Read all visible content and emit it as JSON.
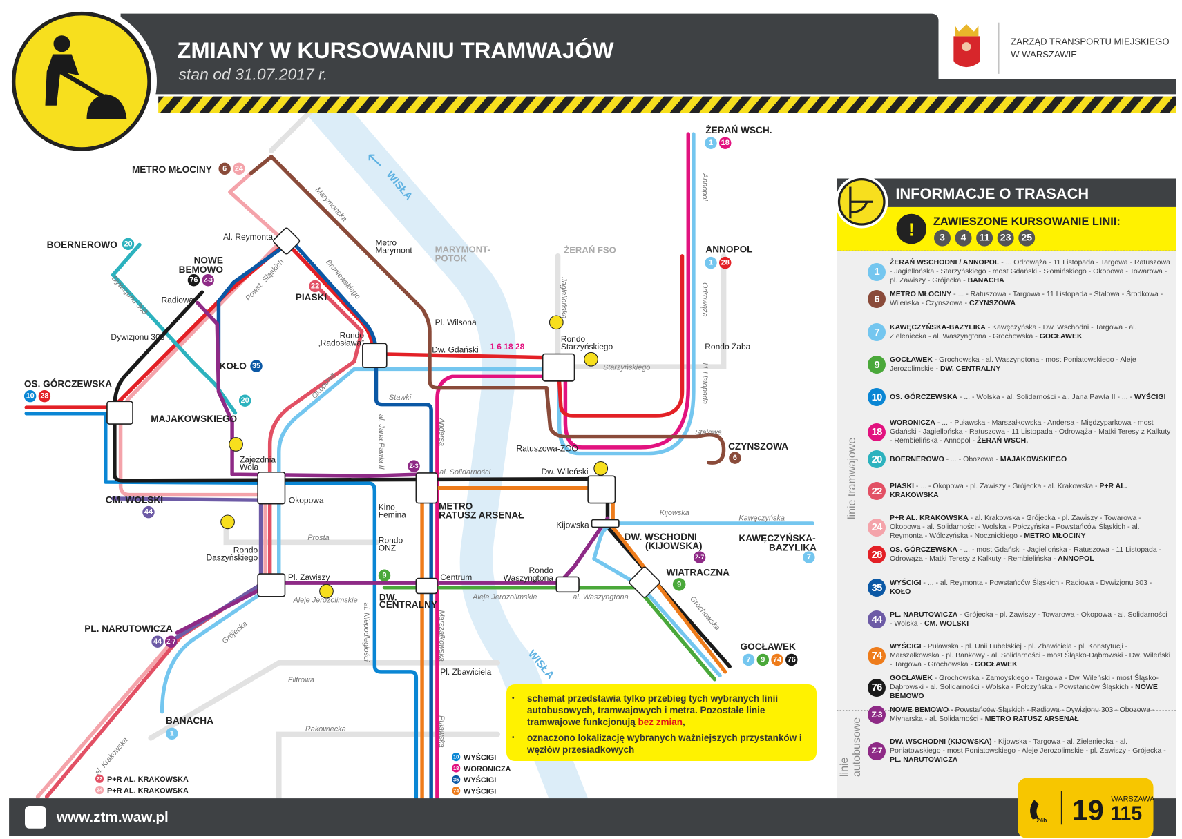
{
  "header": {
    "title": "ZMIANY W KURSOWANIU TRAMWAJÓW",
    "subtitle": "stan od 31.07.2017 r.",
    "org_line1": "ZARZĄD TRANSPORTU MIEJSKIEGO",
    "org_line2": "W WARSZAWIE"
  },
  "colors": {
    "1": "#74c6ef",
    "6": "#8a4b3a",
    "7": "#74c6ef",
    "9": "#4aa83a",
    "10": "#0a86d4",
    "18": "#e2127f",
    "20": "#2cb2be",
    "22": "#e25064",
    "24": "#f4a3aa",
    "28": "#e32026",
    "35": "#0b58a5",
    "44": "#6d5ba6",
    "74": "#ee7c1b",
    "76": "#1a1a1a",
    "Z-3": "#8e2a86",
    "Z-7": "#8e2a86",
    "3": "#555",
    "4": "#555",
    "11": "#555",
    "23": "#555",
    "25": "#555"
  },
  "map": {
    "river": "WISŁA",
    "areas": {
      "marymont": "MARYMONT-",
      "potok": "POTOK",
      "zeran_fso": "ŻERAŃ FSO"
    },
    "stations": {
      "metro_mlociny": {
        "name": "METRO MŁOCINY",
        "lines": [
          "6",
          "24"
        ]
      },
      "boernerowo": {
        "name": "BOERNEROWO",
        "lines": [
          "20"
        ]
      },
      "al_reymonta": {
        "name": "Al. Reymonta"
      },
      "nowe_bemowo": {
        "name1": "NOWE",
        "name2": "BEMOWO",
        "lines": [
          "76",
          "Z-3"
        ]
      },
      "radiowa": {
        "name": "Radiowa"
      },
      "dywizjonu": {
        "name": "Dywizjonu 303"
      },
      "kolo": {
        "name": "KOŁO",
        "lines": [
          "35"
        ]
      },
      "os_gorczewska": {
        "name": "OS. GÓRCZEWSKA",
        "lines": [
          "10",
          "28"
        ]
      },
      "majakowskiego": {
        "name": "MAJAKOWSKIEGO",
        "lines": [
          "20"
        ]
      },
      "zajezdnia_wola": {
        "name1": "Zajezdnia",
        "name2": "Wola"
      },
      "cm_wolski": {
        "name": "CM. WOLSKI",
        "lines": [
          "44"
        ]
      },
      "okopowa": {
        "name": "Okopowa"
      },
      "rondo_daszynskiego": {
        "name1": "Rondo",
        "name2": "Daszyńskiego"
      },
      "pl_zawiszy": {
        "name": "Pl. Zawiszy"
      },
      "pl_narutowicza": {
        "name": "PL. NARUTOWICZA",
        "lines": [
          "44",
          "Z-7"
        ]
      },
      "banacha": {
        "name": "BANACHA",
        "lines": [
          "1"
        ]
      },
      "metro_marymont": {
        "name1": "Metro",
        "name2": "Marymont"
      },
      "piaski": {
        "name": "PIASKI",
        "lines": [
          "22"
        ]
      },
      "rondo_radoslawa": {
        "name1": "Rondo",
        "name2": "„Radosława”"
      },
      "pl_wilsona": {
        "name": "Pl. Wilsona"
      },
      "dw_gdanski": {
        "name": "Dw. Gdański",
        "lines_text": "1  6  18  28"
      },
      "rondo_starzynskiego": {
        "name1": "Rondo",
        "name2": "Starzyńskiego"
      },
      "zeran_wsch": {
        "name": "ŻERAŃ WSCH.",
        "lines": [
          "1",
          "18"
        ]
      },
      "annopol": {
        "name": "ANNOPOL",
        "lines": [
          "1",
          "28"
        ]
      },
      "rondo_zaba": {
        "name": "Rondo Żaba"
      },
      "czynszowa": {
        "name": "CZYNSZOWA",
        "lines": [
          "6"
        ]
      },
      "ratuszowa_zoo": {
        "name": "Ratuszowa-ZOO"
      },
      "dw_wilenski": {
        "name": "Dw. Wileński"
      },
      "kino_femina": {
        "name1": "Kino",
        "name2": "Femina"
      },
      "metro_ratusz": {
        "name1": "METRO",
        "name2": "RATUSZ ARSENAŁ",
        "lines": [
          "Z-3"
        ]
      },
      "rondo_onz": {
        "name1": "Rondo",
        "name2": "ONZ"
      },
      "kijowska": {
        "name": "Kijowska"
      },
      "dw_wschodni": {
        "name1": "DW. WSCHODNI",
        "name2": "(KIJOWSKA)",
        "lines": [
          "Z-7"
        ]
      },
      "kaweczynska": {
        "name1": "KAWĘCZYŃSKA-",
        "name2": "BAZYLIKA",
        "lines": [
          "7"
        ]
      },
      "rondo_waszyngtona": {
        "name1": "Rondo",
        "name2": "Waszyngtona"
      },
      "centrum": {
        "name": "Centrum"
      },
      "dw_centralny": {
        "name1": "DW.",
        "name2": "CENTRALNY",
        "lines": [
          "9"
        ]
      },
      "wiatraczna": {
        "name": "WIATRACZNA",
        "lines": [
          "9"
        ]
      },
      "goclawek": {
        "name": "GOCŁAWEK",
        "lines": [
          "7",
          "9",
          "74",
          "76"
        ]
      },
      "pl_zbawiciela": {
        "name": "Pl. Zbawiciela"
      },
      "pr_krakowska_22": {
        "name": "P+R AL. KRAKOWSKA",
        "line": "22"
      },
      "pr_krakowska_24": {
        "name": "P+R AL. KRAKOWSKA",
        "line": "24"
      }
    },
    "streets": {
      "marymoncka": "Marymoncka",
      "broniewskiego": "Broniewskiego",
      "powst": "Powst. Śląskich",
      "okopowa": "Okopowa",
      "stawki": "Stawki",
      "jp2": "al. Jana Pawła II",
      "andersa": "Andersa",
      "solidarnosci": "al. Solidarności",
      "prosta": "Prosta",
      "aleje1": "Aleje Jerozolimskie",
      "aleje2": "Aleje Jerozolimskie",
      "waszyngtona": "al. Waszyngtona",
      "grochowska": "Grochowska",
      "grojecka": "Grójecka",
      "filtrowa": "Filtrowa",
      "rakowiecka": "Rakowiecka",
      "krakowska": "al. Krakowska",
      "marszalkowska": "Marszałkowska",
      "pulawska": "Puławska",
      "kijowska": "Kijowska",
      "kaweczynska": "Kawęczyńska",
      "starzynskiego": "Starzyńskiego",
      "jagiellonska": "Jagiellońska",
      "stalowa": "Stalowa",
      "annopol": "Annopol",
      "odrowaza": "Odrowąża",
      "listopada": "11 Listopada",
      "dywizjonu": "Dywizjonu 303",
      "niepodleglosci": "al. Niepodległości"
    },
    "terminals": [
      {
        "line": "10",
        "name": "WYŚCIGI"
      },
      {
        "line": "18",
        "name": "WORONICZA"
      },
      {
        "line": "35",
        "name": "WYŚCIGI"
      },
      {
        "line": "74",
        "name": "WYŚCIGI"
      }
    ]
  },
  "panel": {
    "title": "INFORMACJE O TRASACH",
    "suspended_label": "ZAWIESZONE KURSOWANIE LINII:",
    "suspended": [
      "3",
      "4",
      "11",
      "23",
      "25"
    ],
    "tram_label": "linie tramwajowe",
    "bus_label1": "linie",
    "bus_label2": "autobusowe",
    "routes": [
      {
        "num": "1",
        "start": "ŻERAŃ WSCHODNI / ANNOPOL",
        "via": " - ... Odrowąża - 11 Listopada - Targowa - Ratuszowa - Jagiellońska - Starzyńskiego - most Gdański - Słomińskiego - Okopowa - Towarowa - pl. Zawiszy - Grójecka - ",
        "end": "BANACHA"
      },
      {
        "num": "6",
        "start": "METRO MŁOCINY",
        "via": " - ... - Ratuszowa - Targowa - 11 Listopada - Stalowa - Środkowa - Wileńska - Czynszowa - ",
        "end": "CZYNSZOWA"
      },
      {
        "num": "7",
        "start": "KAWĘCZYŃSKA-BAZYLIKA",
        "via": " - Kawęczyńska - Dw. Wschodni - Targowa - al. Zieleniecka - al. Waszyngtona - Grochowska - ",
        "end": "GOCŁAWEK"
      },
      {
        "num": "9",
        "start": "GOCŁAWEK",
        "via": " - Grochowska - al. Waszyngtona - most Poniatowskiego - Aleje Jerozolimskie - ",
        "end": "DW. CENTRALNY"
      },
      {
        "num": "10",
        "start": "OS. GÓRCZEWSKA",
        "via": " - ... - Wolska - al. Solidarności - al. Jana Pawła II - ... - ",
        "end": "WYŚCIGI"
      },
      {
        "num": "18",
        "start": "WORONICZA",
        "via": " - ... - Puławska - Marszałkowska - Andersa - Międzyparkowa - most Gdański - Jagiellońska - Ratuszowa - 11 Listopada - Odrowąża - Matki Teresy z Kalkuty - Rembielińska - Annopol - ",
        "end": "ŻERAŃ WSCH."
      },
      {
        "num": "20",
        "start": "BOERNEROWO",
        "via": " - ... - Obozowa - ",
        "end": "MAJAKOWSKIEGO"
      },
      {
        "num": "22",
        "start": "PIASKI",
        "via": " - ...  - Okopowa - pl. Zawiszy - Grójecka - al. Krakowska - ",
        "end": "P+R AL. KRAKOWSKA"
      },
      {
        "num": "24",
        "start": "P+R AL. KRAKOWSKA",
        "via": " - al. Krakowska - Grójecka - pl. Zawiszy - Towarowa - Okopowa - al. Solidarności - Wolska - Połczyńska - Powstańców Śląskich - al. Reymonta - Wólczyńska - Nocznickiego - ",
        "end": "METRO MŁOCINY"
      },
      {
        "num": "28",
        "start": "OS. GÓRCZEWSKA",
        "via": " - ... - most Gdański - Jagiellońska - Ratuszowa - 11 Listopada - Odrowąża - Matki Teresy z Kalkuty - Rembielińska - ",
        "end": "ANNOPOL"
      },
      {
        "num": "35",
        "start": "WYŚCIGI",
        "via": " - ...  - al. Reymonta - Powstańców Śląskich - Radiowa - Dywizjonu 303 - ",
        "end": "KOŁO"
      },
      {
        "num": "44",
        "start": "PL. NARUTOWICZA",
        "via": " - Grójecka - pl. Zawiszy - Towarowa - Okopowa - al. Solidarności - Wolska - ",
        "end": "CM. WOLSKI"
      },
      {
        "num": "74",
        "start": "WYŚCIGI",
        "via": " - Puławska - pl. Unii Lubelskiej - pl. Zbawiciela - pl. Konstytucji - Marszałkowska - pl. Bankowy - al. Solidarności - most Śląsko-Dąbrowski - Dw. Wileński - Targowa - Grochowska - ",
        "end": "GOCŁAWEK"
      },
      {
        "num": "76",
        "start": "GOCŁAWEK",
        "via": " - Grochowska - Zamoyskiego - Targowa - Dw. Wileński - most Śląsko-Dąbrowski - al. Solidarności - Wolska - Połczyńska - Powstańców Śląskich - ",
        "end": "NOWE BEMOWO"
      },
      {
        "num": "Z-3",
        "start": "NOWE BEMOWO",
        "via": " - Powstańców Śląskich - Radiowa - Dywizjonu 303 - Obozowa - Młynarska - al. Solidarności - ",
        "end": "METRO RATUSZ ARSENAŁ"
      },
      {
        "num": "Z-7",
        "start": "DW. WSCHODNI (KIJOWSKA)",
        "via": " - Kijowska - Targowa - al. Zieleniecka - al. Poniatowskiego - most Poniatowskiego - Aleje Jerozolimskie - pl. Zawiszy - Grójecka - ",
        "end": "PL. NARUTOWICZA"
      }
    ]
  },
  "note": {
    "item1_a": "schemat przedstawia tylko przebieg tych wybranych linii autobusowych, tramwajowych i metra. Pozostałe linie tramwajowe funkcjonują ",
    "item1_b": "bez zmian",
    "item1_c": ",",
    "item2": "oznaczono lokalizację wybranych ważniejszych przystanków i węzłów przesiadkowych"
  },
  "footer": {
    "url": "www.ztm.waw.pl",
    "phone_hours": "24h",
    "phone_main": "19",
    "phone_city": "WARSZAWA",
    "phone_sub": "115"
  }
}
